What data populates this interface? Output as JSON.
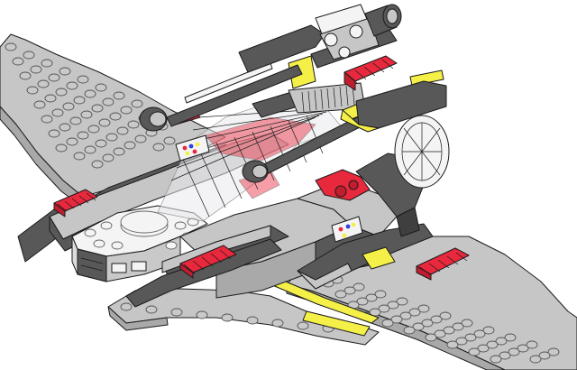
{
  "scene": {
    "colors": {
      "background": "#ffffff",
      "light_gray": "#c6c6c6",
      "mid_gray": "#a9a9a9",
      "dark_gray": "#585858",
      "red": "#e8283c",
      "yellow": "#f4f048",
      "white": "#f4f4f4",
      "outline": "#1b1b1b"
    },
    "parts": {
      "left_wing": "light-gray-plate",
      "right_wing": "light-gray-plate",
      "fuselage": "dark-gray-body",
      "canopy": "transparent-canopy",
      "laser_cannon": "laser-cannon-barrel",
      "engine_pods": "red-engine-pods",
      "stud_pattern": "stud-grid"
    }
  }
}
